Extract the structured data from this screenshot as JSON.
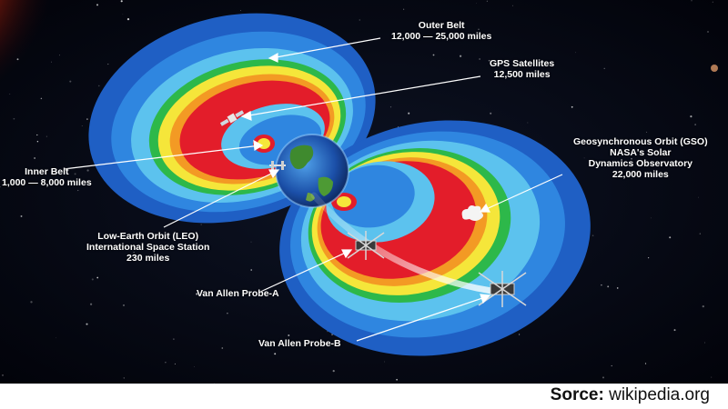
{
  "colors": {
    "background": "#05070d",
    "outer_shell": "#1f5fc4",
    "inner_shell": "#5cc2ee",
    "belt_green": "#2db84a",
    "belt_yellow": "#f5e63a",
    "belt_red": "#e31d2a",
    "pointer": "#ffffff"
  },
  "labels": {
    "outer_belt": {
      "title": "Outer Belt",
      "detail": "12,000 — 25,000 miles"
    },
    "gps": {
      "title": "GPS Satellites",
      "detail": "12,500 miles"
    },
    "inner_belt": {
      "title": "Inner Belt",
      "detail": "1,000 — 8,000 miles"
    },
    "leo": {
      "line1": "Low-Earth Orbit (LEO)",
      "line2": "International Space Station",
      "line3": "230 miles"
    },
    "gso": {
      "line1": "Geosynchronous Orbit (GSO)",
      "line2": "NASA's Solar",
      "line3": "Dynamics Observatory",
      "line4": "22,000 miles"
    },
    "probe_a": "Van Allen Probe-A",
    "probe_b": "Van Allen Probe-B"
  },
  "source": {
    "prefix": "Sorce:",
    "site": "wikipedia.org"
  }
}
